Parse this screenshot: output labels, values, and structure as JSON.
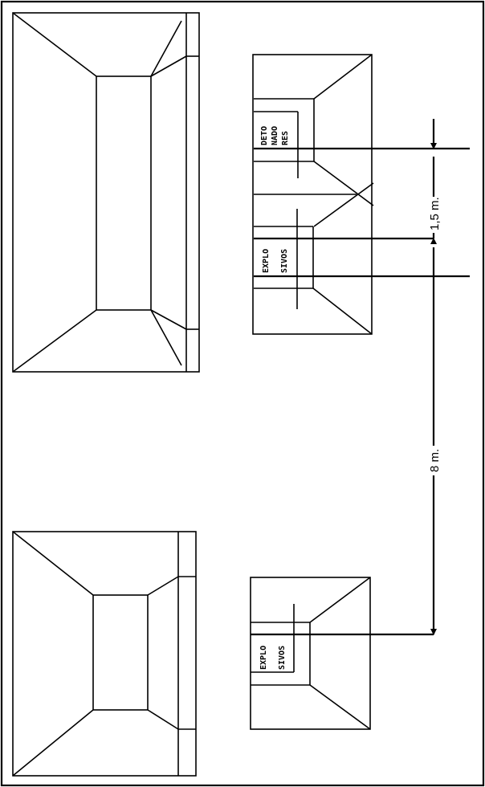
{
  "labels": {
    "detonators": [
      "DETO",
      "NADO",
      "RES"
    ],
    "explosives_upper": [
      "EXPLO",
      "SIVOS"
    ],
    "explosives_lower": [
      "EXPLO",
      "SIVOS"
    ]
  },
  "dimensions": {
    "small_gap": "1,5 m.",
    "large_gap": "8 m."
  }
}
